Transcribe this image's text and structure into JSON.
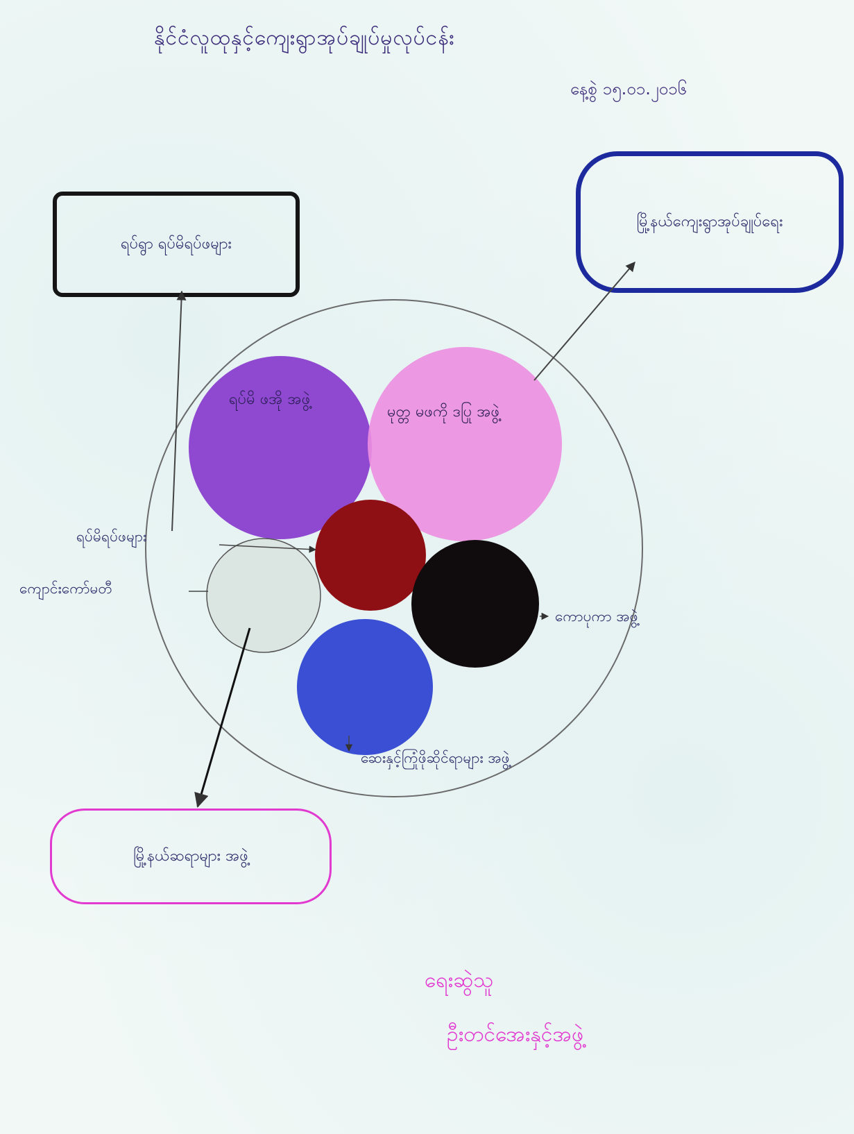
{
  "header": {
    "title": "နိုင်ငံလူထုနှင့်ကျေးရွာအုပ်ချုပ်မှုလုပ်ငန်း",
    "date": "နေ့စွဲ ၁၅.၀၁.၂၀၁၆"
  },
  "boxes": {
    "left": "ရပ်ရွာ ရပ်မိရပ်ဖများ",
    "right": "မြို့နယ်ကျေးရွာအုပ်ချုပ်ရေး",
    "bottom": "မြို့နယ်ဆရာများ အဖွဲ့"
  },
  "circles": {
    "purple": "ရပ်မိ ဖအို အဖွဲ့",
    "pink": "မုတ္တ မဖကို ဒပြု အဖွဲ့"
  },
  "labels": {
    "elders": "ရပ်မိရပ်ဖများ",
    "monastery": "ကျောင်းကော်မတီ",
    "right_group": "ကောပုကာ အဖွဲ့",
    "bottom_group": "ဆေးနှင့်ကြုံဖိုဆိုင်ရာများ အဖွဲ့"
  },
  "signature": {
    "line1": "ရေးဆွဲသူ",
    "line2": "ဦးတင်အေးနှင့်အဖွဲ့"
  },
  "colors": {
    "purple": "#8a3fcf",
    "pink": "#ec8ee0",
    "red": "#8f1014",
    "black": "#100b0c",
    "blue": "#3b4fd4",
    "white": "#dbe6e3",
    "box_left": "#151515",
    "box_right": "#1d2a9e",
    "box_bottom": "#e23ad0"
  }
}
